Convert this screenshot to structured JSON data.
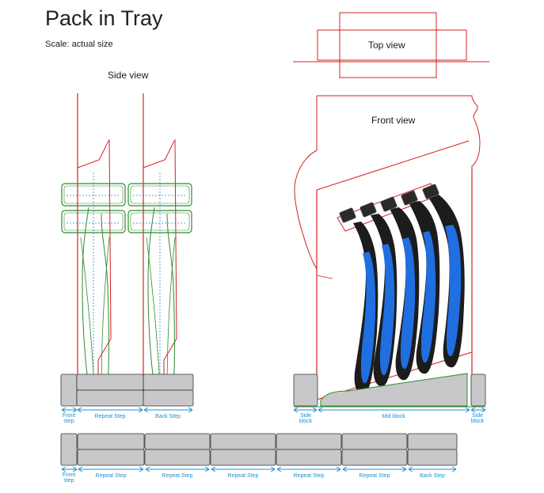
{
  "title": "Pack in Tray",
  "scale": "Scale: actual size",
  "views": {
    "side": "Side view",
    "top": "Top view",
    "front": "Front view"
  },
  "dimensions_top": {
    "front_step": "Front\nstep",
    "repeat_step": "Repeat Step",
    "back_step": "Back Step",
    "side_block_left": "Side\nblock",
    "mid_block": "Mid block",
    "side_block_right": "Side\nblock"
  },
  "dimensions_bottom": {
    "front_step": "Front\nstep",
    "repeat_1": "Repeat Step",
    "repeat_2": "Repeat Step",
    "repeat_3": "Repeat Step",
    "repeat_4": "Repeat Step",
    "repeat_5": "Repeat Step",
    "back_step": "Back Step"
  },
  "colors": {
    "outline_red": "#d62020",
    "tray_green": "#2e8b2e",
    "dimension_blue": "#1b8fd6",
    "block_gray": "#c8c8ca",
    "handle_blue": "#1f6fe0",
    "handle_black": "#1c1c1c"
  }
}
